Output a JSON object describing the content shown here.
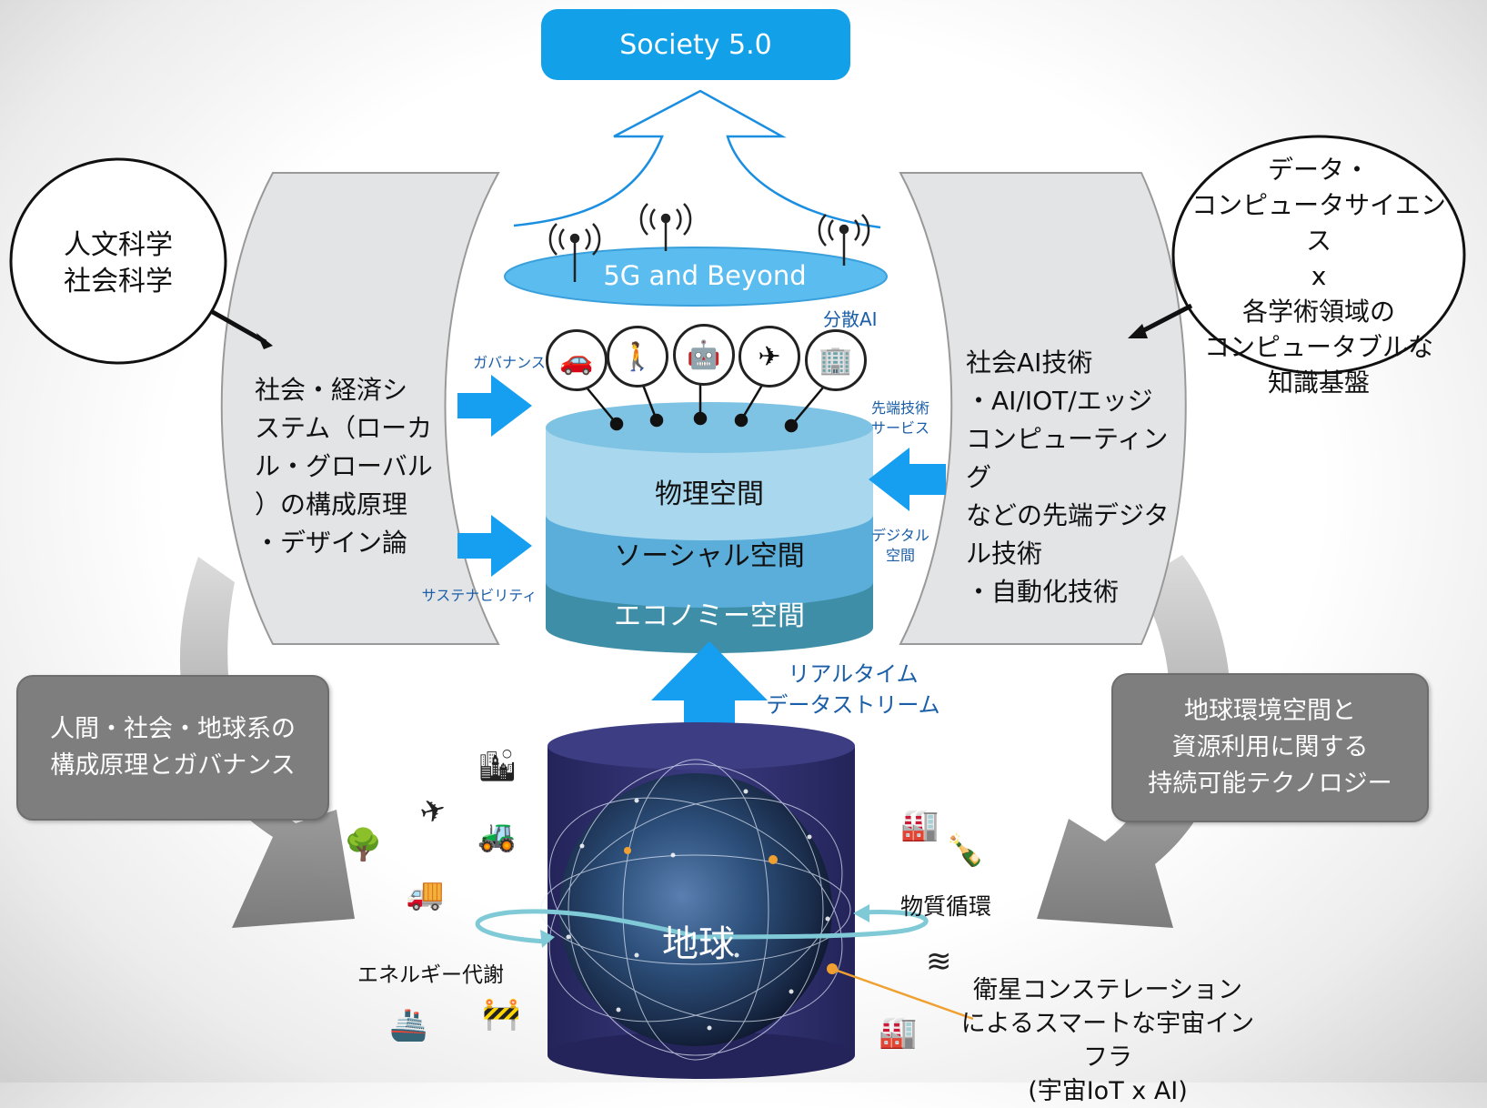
{
  "title": "Society 5.0",
  "network": "5G and Beyond",
  "distributed_ai": "分散AI",
  "ovals": {
    "left": "人文科学\n社会科学",
    "right": "データ・\nコンピュータサイエンス\nx\n各学術領域の\nコンピュータブルな\n知識基盤"
  },
  "left_panel": "社会・経済シ\nステム（ローカ\nル・グローバル\n）の構成原理\n・デザイン論",
  "right_panel": "社会AI技術\n・AI/IOT/エッジ\nコンピューティング\nなどの先端デジタ\nル技術\n・自動化技術",
  "arrow_labels": {
    "governance": "ガバナンス",
    "sustainability": "サステナビリティ",
    "advanced_service": "先端技術\nサービス",
    "digital_space": "デジタル\n空間"
  },
  "layers": {
    "physical": "物理空間",
    "social": "ソーシャル空間",
    "economy": "エコノミー空間"
  },
  "stream": "リアルタイム\nデータストリーム",
  "gray_boxes": {
    "left": "人間・社会・地球系の\n構成原理とガバナンス",
    "right": "地球環境空間と\n資源利用に関する\n持続可能テクノロジー"
  },
  "earth": {
    "label": "地球",
    "energy": "エネルギー代謝",
    "material": "物質循環",
    "satellite": "衛星コンステレーション\nによるスマートな宇宙インフラ\n(宇宙IoT x AI)"
  },
  "icons": {
    "top": [
      "car-icon",
      "elderly-icon",
      "robot-icon",
      "drone-icon",
      "building-icon"
    ],
    "left_earth": [
      "city-icon",
      "airplane-icon",
      "tractor-icon",
      "tree-hands-icon",
      "truck-icon",
      "ship-icon",
      "excavator-icon"
    ],
    "right_earth": [
      "factory-smoke-icon",
      "bottles-icon",
      "water-icon",
      "factory-icon"
    ]
  },
  "colors": {
    "title_bg": "#12a0e8",
    "network_bg": "#5bbcf0",
    "layer_top": "#a9d8ee",
    "layer_mid": "#5aaed9",
    "layer_bottom": "#3f8ea8",
    "arrow_blue": "#169ef0",
    "gray_box": "#7e7e7e",
    "earth_cylinder": "#2f2f6e"
  }
}
